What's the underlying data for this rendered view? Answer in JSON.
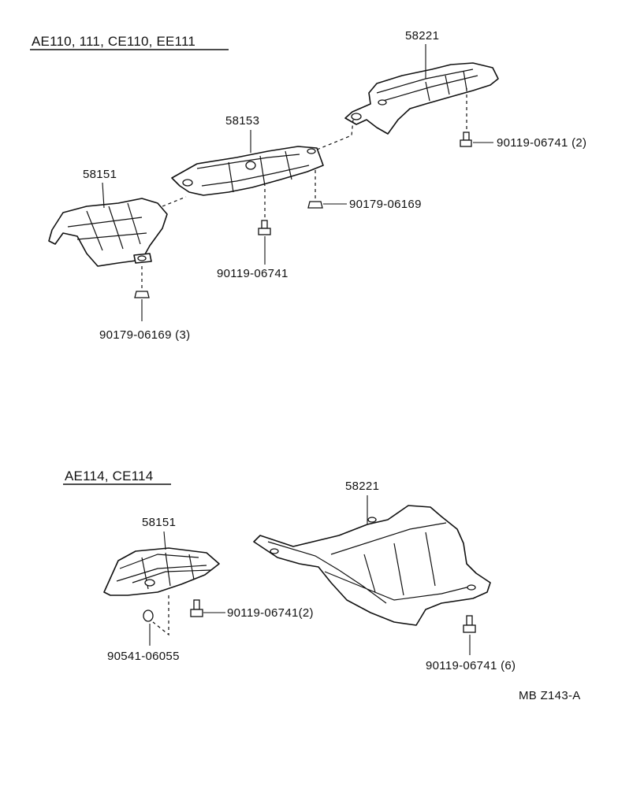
{
  "groups": [
    {
      "title": "AE110, 111, CE110, EE111",
      "labels": {
        "p58221": "58221",
        "p58153": "58153",
        "p58151": "58151",
        "bolt_rear": "90119-06741 (2)",
        "nut_mid": "90179-06169",
        "bolt_mid": "90119-06741",
        "nut_front": "90179-06169 (3)"
      }
    },
    {
      "title": "AE114, CE114",
      "labels": {
        "p58151": "58151",
        "p58221": "58221",
        "bolt_a": "90119-06741(2)",
        "clip": "90541-06055",
        "bolt_b": "90119-06741 (6)"
      }
    }
  ],
  "footer": {
    "code": "MB  Z143-A"
  }
}
